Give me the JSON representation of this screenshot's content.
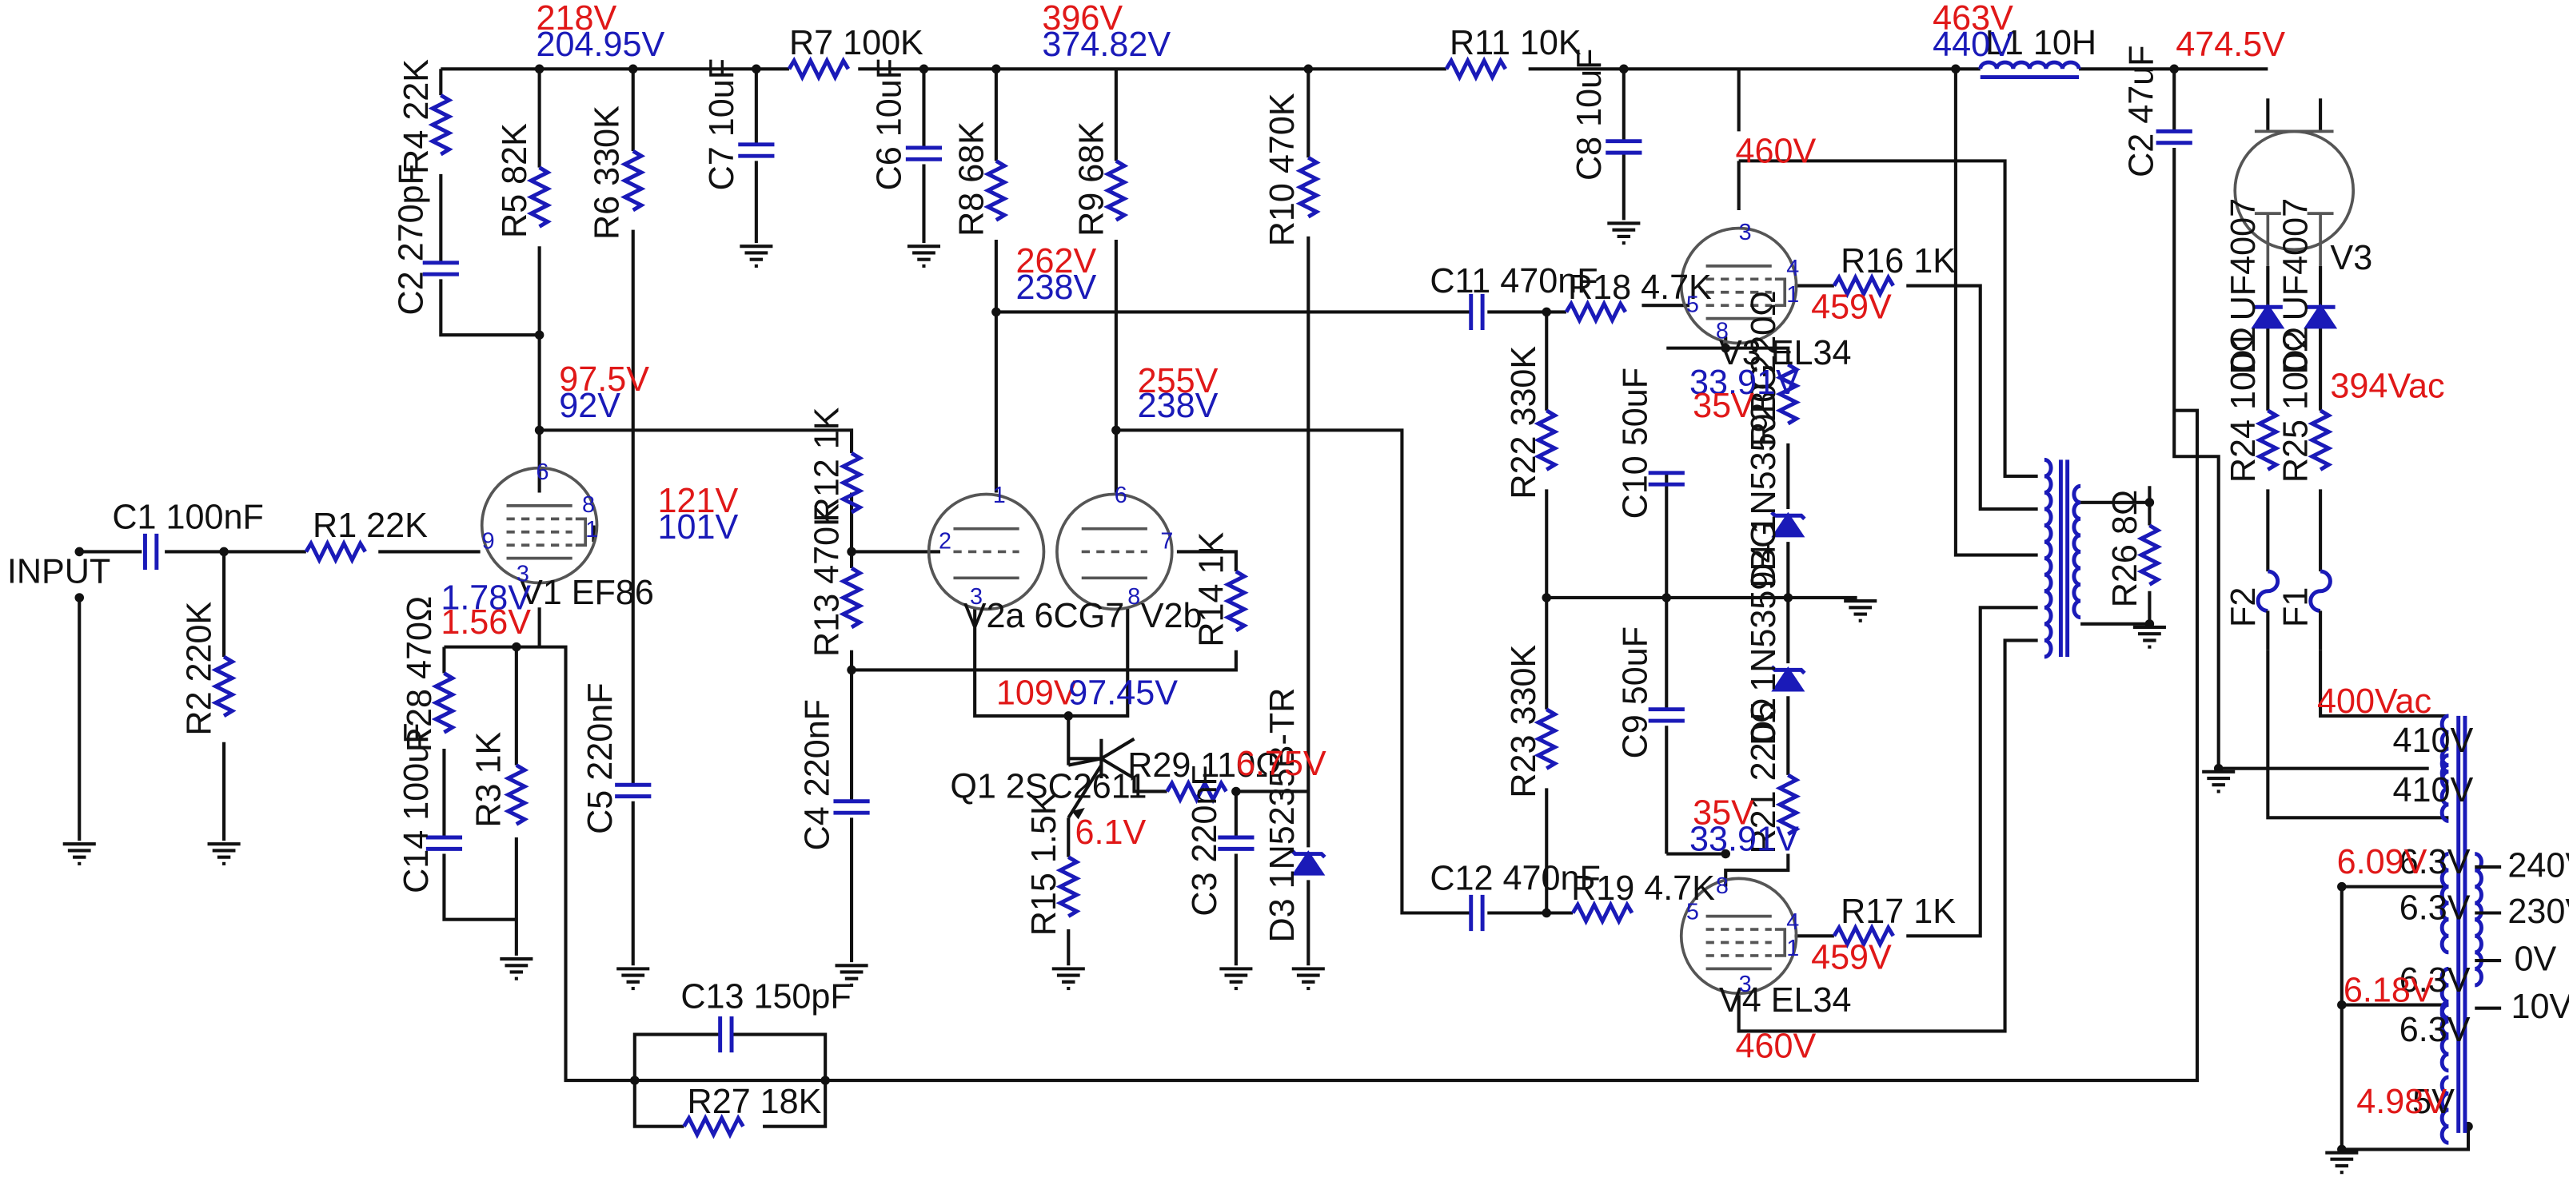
{
  "labels": {
    "input": "INPUT",
    "c1": "C1 100nF",
    "r1": "R1 22K",
    "r2": "R2 220K",
    "r4": "R4 22K",
    "c2a": "C2 270pF",
    "r5": "R5 82K",
    "r6": "R6 330K",
    "c7": "C7 10uF",
    "r7": "R7 100K",
    "c6": "C6 10uF",
    "r8": "R8 68K",
    "r9": "R9 68K",
    "r10": "R10 470K",
    "r11": "R11 10K",
    "c8": "C8 10uF",
    "l1": "L1 10H",
    "c2b": "C2 47uF",
    "v3rect": "V3",
    "d1": "D1 UF4007",
    "d2": "D2 UF4007",
    "r24": "R24 100Ω",
    "r25": "R25 100Ω",
    "f1": "F1",
    "f2": "F2",
    "v1": "V1  EF86",
    "r28": "R28 470Ω",
    "c14": "C14 100uF",
    "r3": "R3 1K",
    "c5": "C5 220nF",
    "c13": "C13 150pF",
    "r27": "R27 18K",
    "r12": "R12 1K",
    "r13": "R13 470K",
    "c4": "C4 220nF",
    "v2a": "V2a  6CG7",
    "v2b": "V2b",
    "r14": "R14 1K",
    "q1": "Q1  2SC2611",
    "r29": "R29 110Ω",
    "r15": "R15 1.5K",
    "c3": "C3 220nF",
    "d3": "D3 1N5235B-TR",
    "c11": "C11 470nF",
    "r18": "R18 4.7K",
    "r22": "R22 330K",
    "r23": "R23 330K",
    "c12": "C12 470nF",
    "r19": "R19 4.7K",
    "v3out": "V3  EL34",
    "v4out": "V4  EL34",
    "r16": "R16 1K",
    "r17": "R17 1K",
    "r20": "R20 220Ω",
    "r21": "R21 220Ω",
    "d4": "D4 1N5359BG",
    "d5": "D5 1N5359BG",
    "c10": "C10 50uF",
    "c9": "C9 50uF",
    "r26": "R26 8Ω",
    "tap410a": "410V",
    "tap410b": "410V",
    "tap63a": "6.3V",
    "tap63b": "6.3V",
    "tap63c": "6.3V",
    "tap63d": "6.3V",
    "tap5": "5V",
    "pri240": "240V",
    "pri230": "230V",
    "pri0": "0V",
    "pri10": "10V"
  },
  "voltages": {
    "v218": "218V",
    "v204": "204.95V",
    "v396": "396V",
    "v374": "374.82V",
    "v463": "463V",
    "v440": "440V",
    "v474": "474.5V",
    "v97": "97.5V",
    "v92": "92V",
    "v121": "121V",
    "v101": "101V",
    "v178": "1.78V",
    "v156": "1.56V",
    "v262": "262V",
    "v238a": "238V",
    "v255": "255V",
    "v238b": "238V",
    "v109": "109V",
    "v9745": "97.45V",
    "v675": "6.75V",
    "v61": "6.1V",
    "v460a": "460V",
    "v459a": "459V",
    "v3391a": "33.91V",
    "v35a": "35V",
    "v35b": "35V",
    "v3391b": "33.91V",
    "v459b": "459V",
    "v460b": "460V",
    "v394": "394Vac",
    "v400": "400Vac",
    "v609": "6.09V",
    "v618": "6.18V",
    "v498": "4.98V"
  },
  "pins": {
    "p6": "6",
    "p8": "8",
    "p9": "9",
    "p1": "1",
    "p3": "3",
    "a1": "1",
    "a2": "2",
    "a3": "3",
    "b6": "6",
    "b7": "7",
    "b8": "8",
    "t3": "3",
    "t4": "4",
    "t5": "5",
    "t8": "8",
    "t1": "1",
    "u8": "8",
    "u5": "5",
    "u4": "4",
    "u3": "3",
    "u1": "1"
  },
  "colors": {
    "wire": "#111111",
    "component": "#1a1ab8",
    "voltage_red": "#e01818",
    "voltage_blue": "#1a1ab8"
  }
}
